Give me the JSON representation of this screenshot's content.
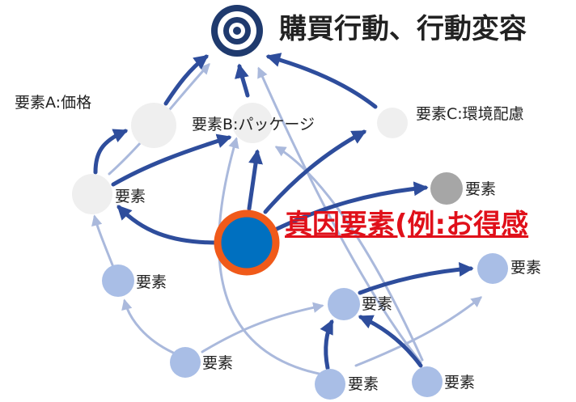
{
  "goal": {
    "label": "購買行動、行動変容",
    "icon": "target-icon"
  },
  "root_cause": {
    "label": "真因要素(例:お得感"
  },
  "factors": {
    "a": "要素A:価格",
    "b": "要素B:パッケージ",
    "c": "要素C:環境配慮"
  },
  "nodes": {
    "left_mid": "要素",
    "gray_right": "要素",
    "blue_left": "要素",
    "blue_center": "要素",
    "blue_right": "要素",
    "blue_bottom_left": "要素",
    "blue_bottom_mid": "要素",
    "blue_bottom_right": "要素"
  },
  "colors": {
    "dark_blue": "#2e4d9c",
    "light_blue": "#aab9dc",
    "root_fill": "#0070c0",
    "root_ring": "#f05a1a",
    "gray_node": "#efefef",
    "dark_gray_node": "#a6a6a6",
    "light_node": "#a9bee6",
    "title_text": "#222222",
    "root_text": "#e0101a"
  }
}
